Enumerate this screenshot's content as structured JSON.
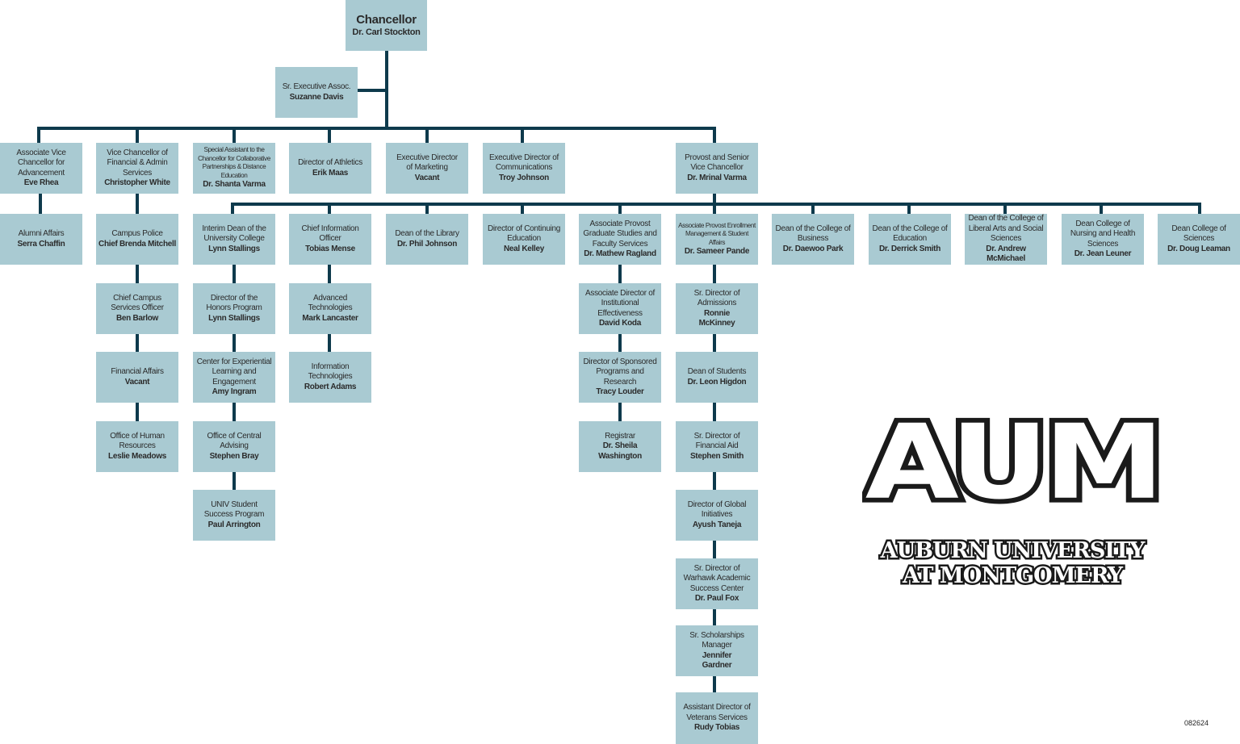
{
  "chart": {
    "chancellor": {
      "title": "Chancellor",
      "name": "Dr. Carl Stockton"
    },
    "sr_exec_assoc": {
      "title": "Sr. Executive Assoc.",
      "name": "Suzanne Davis"
    },
    "direct_reports": [
      {
        "title": "Associate Vice Chancellor for Advancement",
        "name": "Eve Rhea"
      },
      {
        "title": "Vice Chancellor of Financial & Admin Services",
        "name": "Christopher White"
      },
      {
        "title": "Special Assistant to the Chancellor for Collaborative Partnerships & Distance Education",
        "name": "Dr. Shanta Varma"
      },
      {
        "title": "Director of Athletics",
        "name": "Erik Maas"
      },
      {
        "title": "Executive Director of Marketing",
        "name": "Vacant"
      },
      {
        "title": "Executive Director of Communications",
        "name": "Troy Johnson"
      },
      {
        "title": "Provost and Senior Vice Chancellor",
        "name": "Dr. Mrinal Varma"
      }
    ],
    "advancement": [
      {
        "title": "Alumni Affairs",
        "name": "Serra Chaffin"
      }
    ],
    "finance": [
      {
        "title": "Campus Police",
        "name": "Chief Brenda Mitchell"
      },
      {
        "title": "Chief Campus Services Officer",
        "name": "Ben Barlow"
      },
      {
        "title": "Financial Affairs",
        "name": "Vacant"
      },
      {
        "title": "Office of Human Resources",
        "name": "Leslie Meadows"
      }
    ],
    "provost_reports": [
      {
        "title": "Interim Dean of the University College",
        "name": "Lynn Stallings"
      },
      {
        "title": "Chief Information Officer",
        "name": "Tobias Mense"
      },
      {
        "title": "Dean of the Library",
        "name": "Dr. Phil Johnson"
      },
      {
        "title": "Director of Continuing Education",
        "name": "Neal Kelley"
      },
      {
        "title": "Associate Provost Graduate Studies and Faculty Services",
        "name": "Dr. Mathew Ragland"
      },
      {
        "title": "Associate Provost Enrollment Management & Student Affairs",
        "name": "Dr. Sameer Pande"
      },
      {
        "title": "Dean of the College of Business",
        "name": "Dr. Daewoo Park"
      },
      {
        "title": "Dean of the College of Education",
        "name": "Dr. Derrick Smith"
      },
      {
        "title": "Dean of the College of Liberal Arts and Social Sciences",
        "name": "Dr. Andrew McMichael"
      },
      {
        "title": "Dean College of Nursing and Health Sciences",
        "name": "Dr. Jean Leuner"
      },
      {
        "title": "Dean College of Sciences",
        "name": "Dr. Doug Leaman"
      }
    ],
    "university_college": [
      {
        "title": "Director of the Honors Program",
        "name": "Lynn Stallings"
      },
      {
        "title": "Center for Experiential Learning and Engagement",
        "name": "Amy Ingram"
      },
      {
        "title": "Office of Central Advising",
        "name": "Stephen Bray"
      },
      {
        "title": "UNIV Student Success Program",
        "name": "Paul Arrington"
      }
    ],
    "cio": [
      {
        "title": "Advanced Technologies",
        "name": "Mark Lancaster"
      },
      {
        "title": "Information Technologies",
        "name": "Robert Adams"
      }
    ],
    "graduate": [
      {
        "title": "Associate Director of Institutional Effectiveness",
        "name": "David Koda"
      },
      {
        "title": "Director of Sponsored Programs and Research",
        "name": "Tracy Louder"
      },
      {
        "title": "Registrar",
        "name": "Dr. Sheila Washington"
      }
    ],
    "enrollment": [
      {
        "title": "Sr. Director of Admissions",
        "name": "Ronnie McKinney"
      },
      {
        "title": "Dean of Students",
        "name": "Dr. Leon Higdon"
      },
      {
        "title": "Sr. Director of Financial Aid",
        "name": "Stephen Smith"
      },
      {
        "title": "Director of Global Initiatives",
        "name": "Ayush Taneja"
      },
      {
        "title": "Sr. Director of Warhawk Academic Success Center",
        "name": "Dr. Paul Fox"
      },
      {
        "title": "Sr. Scholarships Manager",
        "name": "Jennifer Gardner"
      },
      {
        "title": "Assistant Director of Veterans Services",
        "name": "Rudy Tobias"
      }
    ]
  },
  "logo": {
    "mark": "AUM",
    "line1": "AUBURN UNIVERSITY",
    "line2": "AT MONTGOMERY"
  },
  "doc_code": "082624",
  "colors": {
    "box": "#a9cad2",
    "connector": "#0e3a4c",
    "text": "#2b2b2b"
  }
}
